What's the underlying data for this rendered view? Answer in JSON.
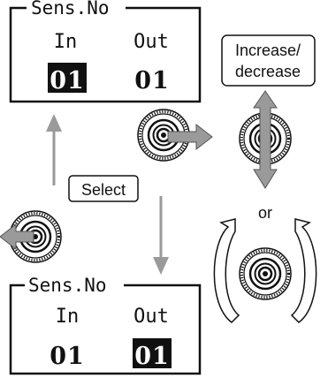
{
  "top_display": {
    "title": "Sens.No",
    "col_in": "In",
    "col_out": "Out",
    "in_value": "01",
    "out_value": "01",
    "highlighted": "in"
  },
  "bottom_display": {
    "title": "Sens.No",
    "col_in": "In",
    "col_out": "Out",
    "in_value": "01",
    "out_value": "01",
    "highlighted": "out"
  },
  "labels": {
    "increase_line1": "Increase/",
    "increase_line2": "decrease",
    "select": "Select",
    "or": "or"
  },
  "icons": [
    "knob-icon",
    "arrow-right-icon",
    "arrow-left-icon",
    "arrow-up-down-icon",
    "rotate-arrows-icon"
  ],
  "colors": {
    "arrow_fill": "#9a9a9a",
    "line": "#111111",
    "highlight_bg": "#111111",
    "highlight_text": "#ffffff"
  }
}
